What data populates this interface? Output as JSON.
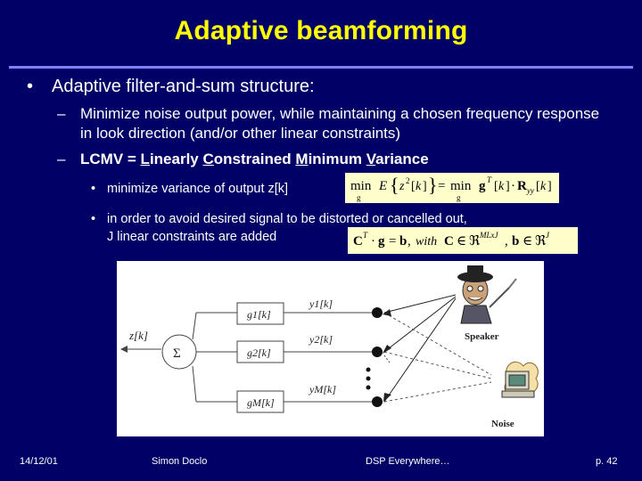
{
  "slide": {
    "title": "Adaptive beamforming",
    "bullet1": "Adaptive filter-and-sum structure:",
    "sub1": "Minimize noise output power, while maintaining a chosen frequency response in look direction (and/or other linear constraints)",
    "sub2_parts": [
      "LCMV = ",
      "L",
      "inearly ",
      "C",
      "onstrained ",
      "M",
      "inimum ",
      "V",
      "ariance"
    ],
    "point1": "minimize variance of output z[k]",
    "point2_line1": "in order to avoid desired signal to be distorted or cancelled out,",
    "point2_line2": "J linear constraints are added",
    "dash_glyph": "–",
    "bullet_glyph": "•"
  },
  "diagram": {
    "input_label": "z[k]",
    "sum_symbol": "Σ",
    "filters": [
      "g1[k]",
      "g2[k]",
      "gM[k]"
    ],
    "signals": [
      "y1[k]",
      "y2[k]",
      "yM[k]"
    ],
    "speaker_label": "Speaker",
    "noise_label": "Noise"
  },
  "footer": {
    "date": "14/12/01",
    "author": "Simon Doclo",
    "course": "DSP Everywhere…",
    "page": "p. 42"
  },
  "colors": {
    "background": "#000066",
    "title": "#ffff00",
    "rule": "#8080ff",
    "formula_bg": "#ffffcc"
  }
}
